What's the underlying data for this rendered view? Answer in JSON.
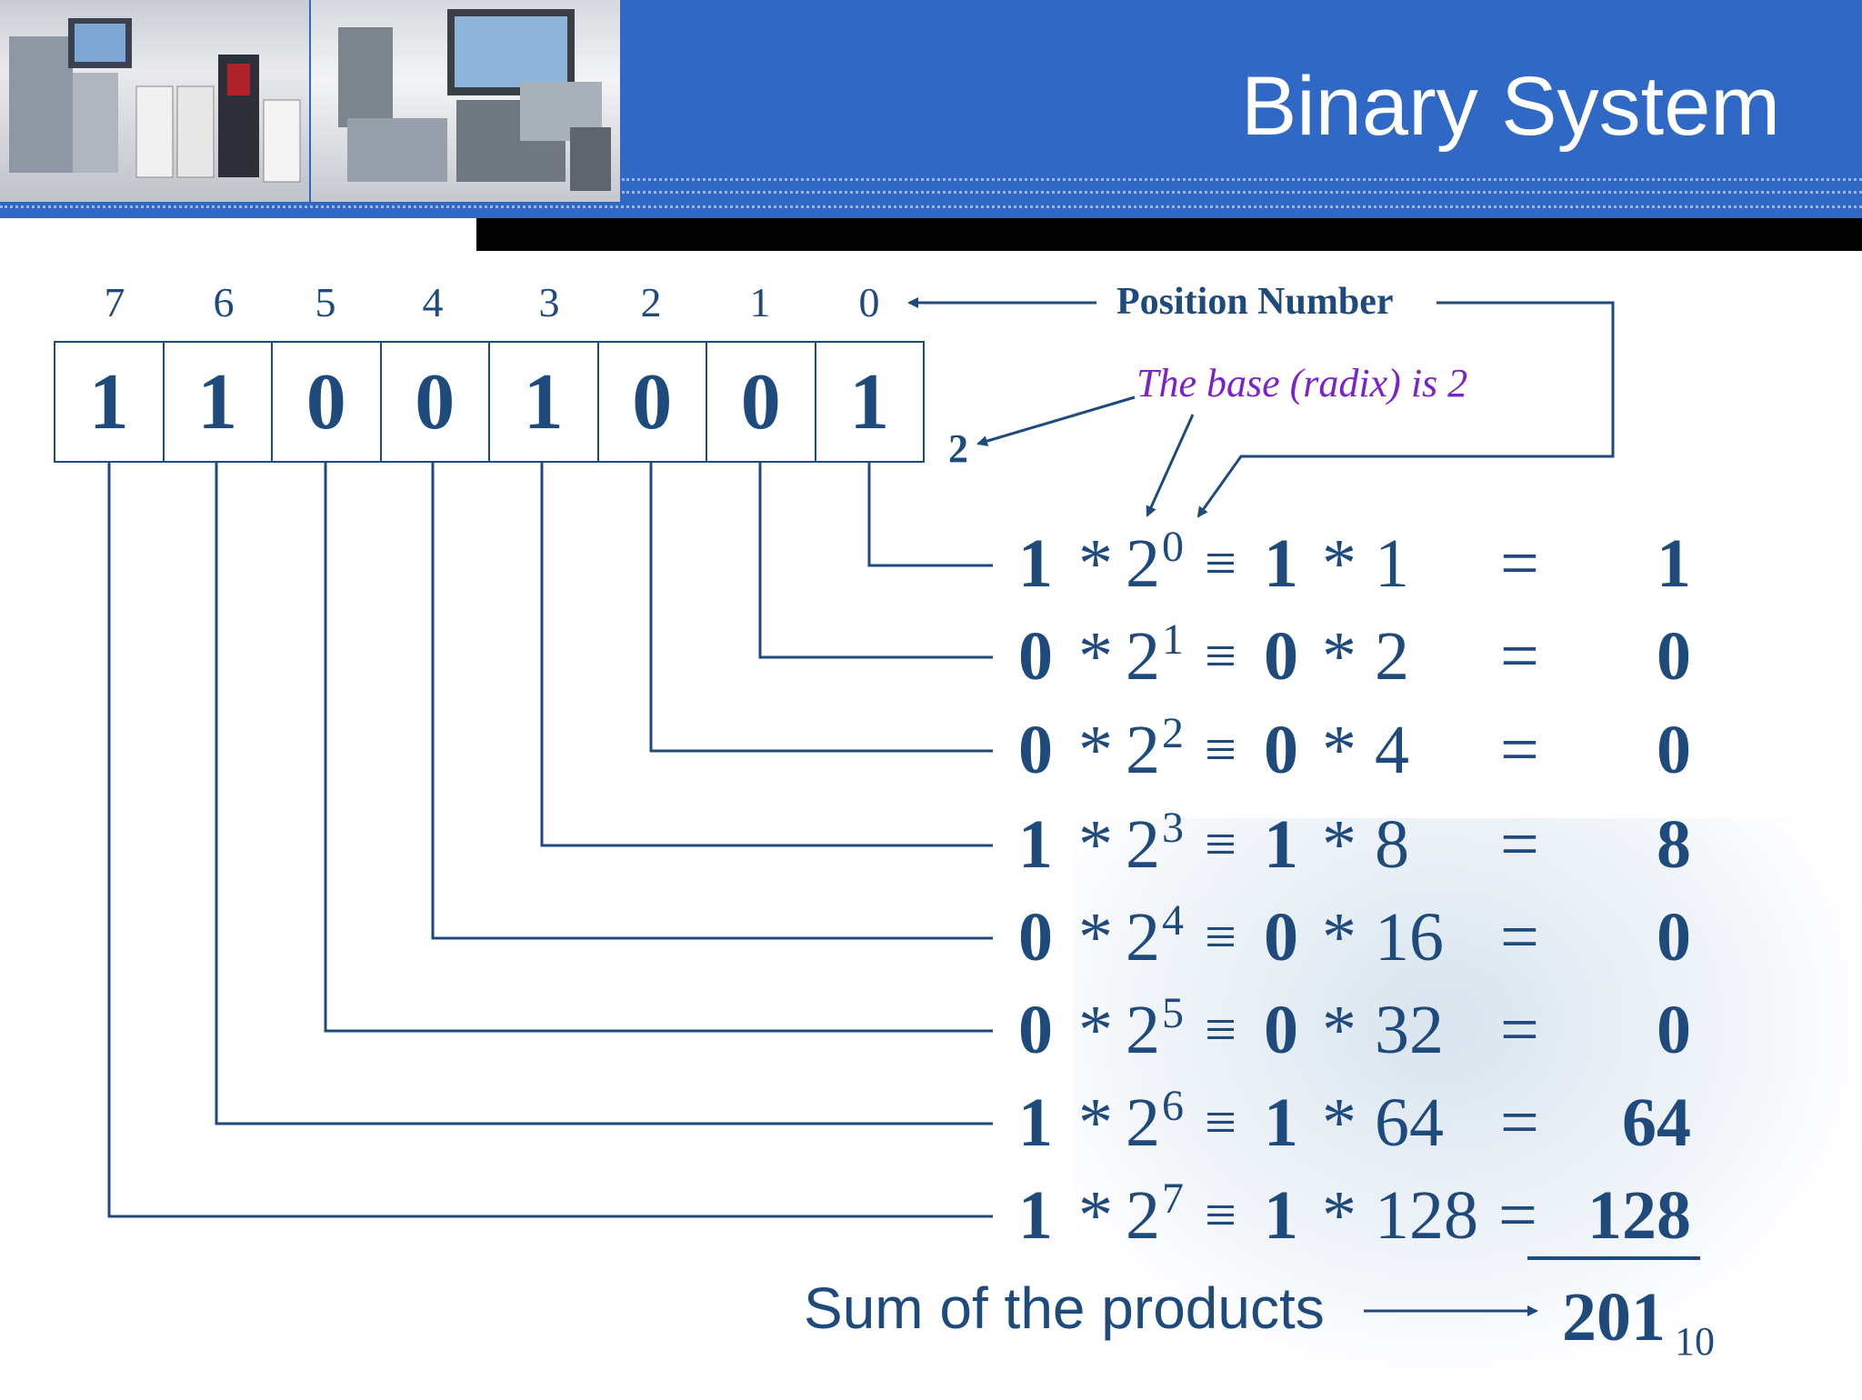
{
  "title": "Binary System",
  "position_label": "Position Number",
  "radix_note": "The base (radix) is 2",
  "radix_value": "2",
  "positions": [
    "7",
    "6",
    "5",
    "4",
    "3",
    "2",
    "1",
    "0"
  ],
  "bits": [
    "1",
    "1",
    "0",
    "0",
    "1",
    "0",
    "0",
    "1"
  ],
  "rows": [
    {
      "bit": "1",
      "star": "*",
      "base": "2",
      "exp": "0",
      "equiv": "≡",
      "power": "1",
      "eq": "=",
      "product": "1"
    },
    {
      "bit": "0",
      "star": "*",
      "base": "2",
      "exp": "1",
      "equiv": "≡",
      "power": "2",
      "eq": "=",
      "product": "0"
    },
    {
      "bit": "0",
      "star": "*",
      "base": "2",
      "exp": "2",
      "equiv": "≡",
      "power": "4",
      "eq": "=",
      "product": "0"
    },
    {
      "bit": "1",
      "star": "*",
      "base": "2",
      "exp": "3",
      "equiv": "≡",
      "power": "8",
      "eq": "=",
      "product": "8"
    },
    {
      "bit": "0",
      "star": "*",
      "base": "2",
      "exp": "4",
      "equiv": "≡",
      "power": "16",
      "eq": "=",
      "product": "0"
    },
    {
      "bit": "0",
      "star": "*",
      "base": "2",
      "exp": "5",
      "equiv": "≡",
      "power": "32",
      "eq": "=",
      "product": "0"
    },
    {
      "bit": "1",
      "star": "*",
      "base": "2",
      "exp": "6",
      "equiv": "≡",
      "power": "64",
      "eq": "=",
      "product": "64"
    },
    {
      "bit": "1",
      "star": "*",
      "base": "2",
      "exp": "7",
      "equiv": "≡",
      "power": "128",
      "eq": "=",
      "product": "128"
    }
  ],
  "sum_label": "Sum of the products",
  "sum_value": "201",
  "sum_subscript": "10",
  "colors": {
    "header_blue": "#3068c6",
    "text_navy": "#1f4a7c",
    "note_purple": "#7b22c8"
  }
}
